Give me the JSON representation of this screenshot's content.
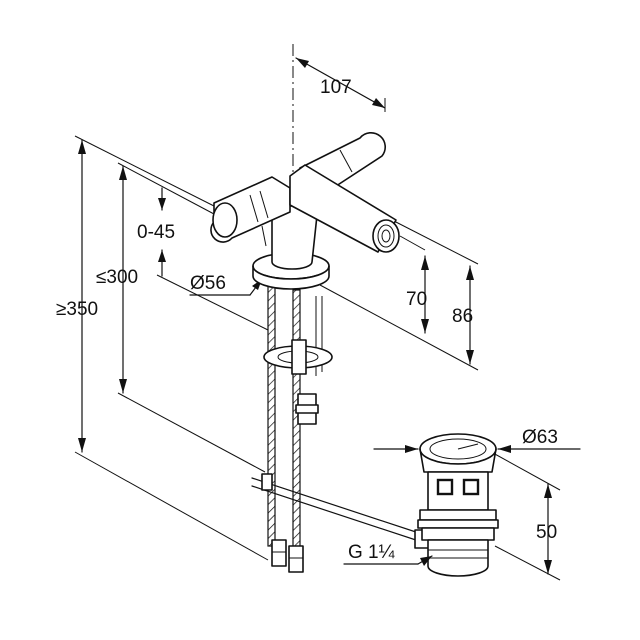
{
  "dimensions": {
    "spout_reach": "107",
    "lever_range": "0-45",
    "max_height": "≤300",
    "min_height": "≥350",
    "base_diameter": "Ø56",
    "height_70": "70",
    "height_86": "86",
    "waste_diameter": "Ø63",
    "waste_height": "50",
    "thread": "G 1¼"
  },
  "colors": {
    "line": "#111111",
    "background": "#ffffff"
  }
}
